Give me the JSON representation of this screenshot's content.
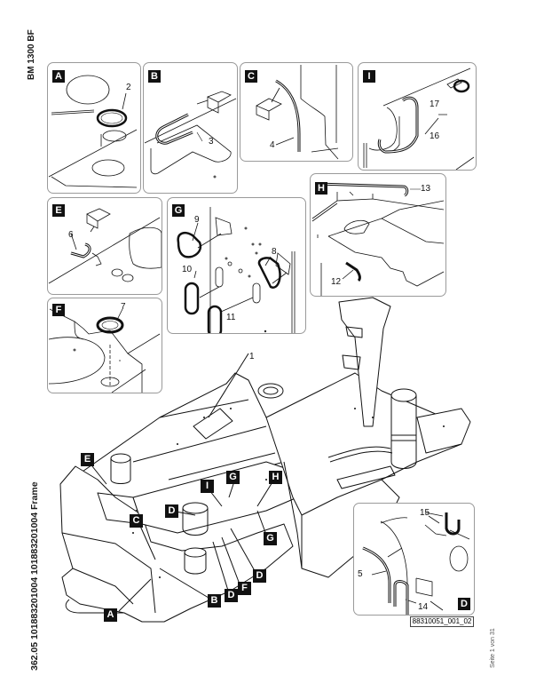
{
  "document": {
    "model": "BM 1300 BF",
    "title": "362.05 101883201004 101883201004 Frame",
    "page_info": "Seite 1 von 31",
    "drawing_ref": "88310051_001_02"
  },
  "panels": [
    {
      "id": "A",
      "callouts": [
        "2"
      ]
    },
    {
      "id": "B",
      "callouts": [
        "3"
      ]
    },
    {
      "id": "C",
      "callouts": [
        "4"
      ]
    },
    {
      "id": "I",
      "callouts": [
        "17",
        "16"
      ]
    },
    {
      "id": "E",
      "callouts": [
        "6"
      ]
    },
    {
      "id": "G",
      "callouts": [
        "9",
        "10",
        "8",
        "11"
      ]
    },
    {
      "id": "H",
      "callouts": [
        "13",
        "12"
      ]
    },
    {
      "id": "F",
      "callouts": [
        "7"
      ]
    },
    {
      "id": "D",
      "callouts": [
        "15",
        "5",
        "14"
      ]
    }
  ],
  "main_drawing": {
    "part_callout": "1",
    "location_tags": [
      "E",
      "C",
      "D",
      "I",
      "G",
      "H",
      "G",
      "A",
      "B",
      "D",
      "F",
      "D"
    ]
  }
}
